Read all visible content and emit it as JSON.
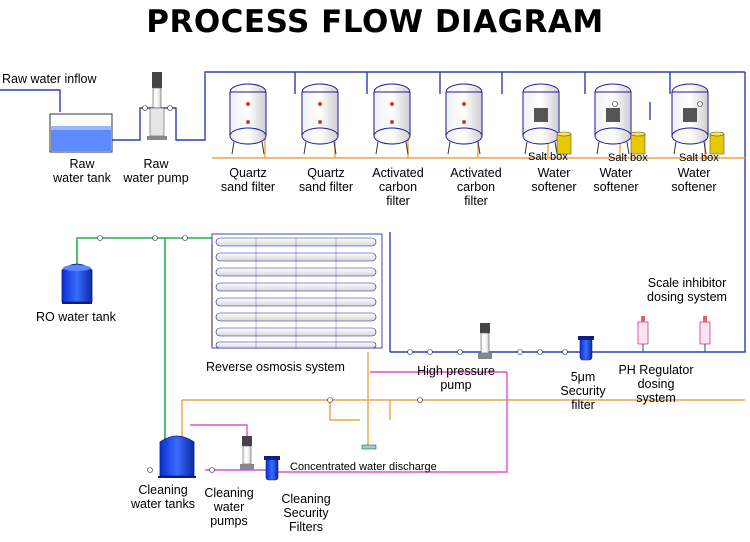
{
  "title": "PROCESS FLOW DIAGRAM",
  "labels": {
    "raw_water_inflow": "Raw water inflow",
    "raw_water_tank": [
      "Raw",
      "water tank"
    ],
    "raw_water_pump": [
      "Raw",
      "water pump"
    ],
    "quartz_sand_filter_1": [
      "Quartz",
      "sand filter"
    ],
    "quartz_sand_filter_2": [
      "Quartz",
      "sand filter"
    ],
    "activated_carbon_filter_1": [
      "Activated",
      "carbon",
      "filter"
    ],
    "activated_carbon_filter_2": [
      "Activated",
      "carbon",
      "filter"
    ],
    "salt_box_1": "Salt box",
    "salt_box_2": "Salt box",
    "salt_box_3": "Salt box",
    "water_softener_1": [
      "Water",
      "softener"
    ],
    "water_softener_2": [
      "Water",
      "softener"
    ],
    "water_softener_3": [
      "Water",
      "softener"
    ],
    "ro_water_tank": "RO water tank",
    "scale_inhibitor": [
      "Scale inhibitor",
      "dosing system"
    ],
    "reverse_osmosis": "Reverse osmosis system",
    "high_pressure_pump": [
      "High pressure",
      "pump"
    ],
    "security_filter": [
      "5μm",
      "Security",
      "filter"
    ],
    "ph_regulator": [
      "PH Regulator",
      "dosing",
      "system"
    ],
    "concentrated_water": "Concentrated water discharge",
    "cleaning_water_tanks": [
      "Cleaning",
      "water tanks"
    ],
    "cleaning_water_pumps": [
      "Cleaning",
      "water",
      "pumps"
    ],
    "cleaning_security_filters": [
      "Cleaning",
      "Security",
      "Filters"
    ]
  },
  "colors": {
    "raw_water": "#2b3fb5",
    "product": "#22b14c",
    "concentrate": "#f0a24a",
    "cleaning": "#e050d0",
    "salt": "#e8c800",
    "vessel": "#1a1a9a"
  }
}
